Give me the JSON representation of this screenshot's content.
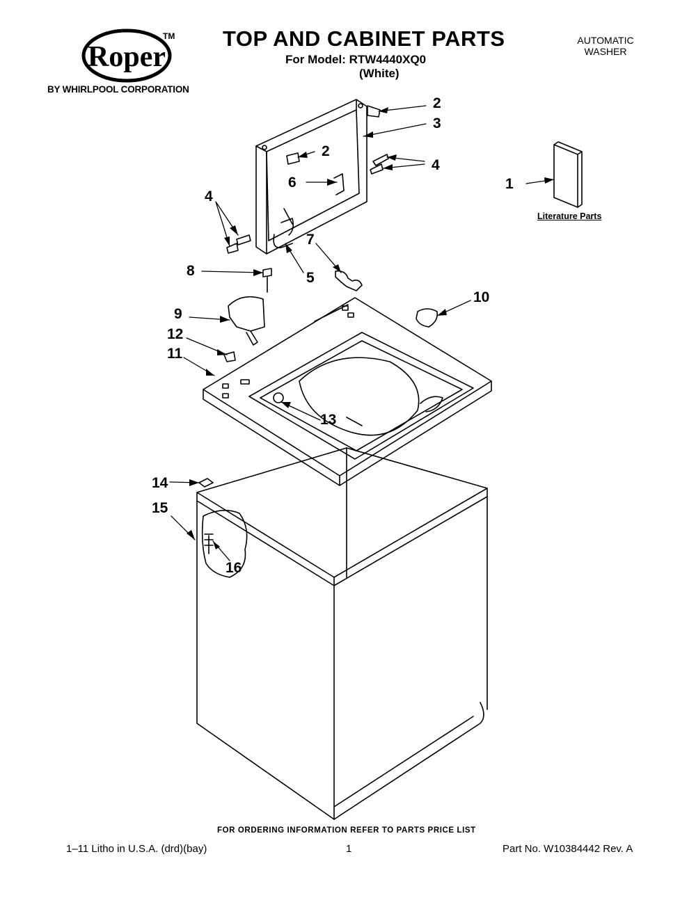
{
  "header": {
    "logo_text": "Roper",
    "logo_trademark": "TM",
    "byline": "BY WHIRLPOOL CORPORATION",
    "title": "TOP AND CABINET PARTS",
    "model_line": "For Model: RTW4440XQ0",
    "color_line": "(White)",
    "product_type_line1": "AUTOMATIC",
    "product_type_line2": "WASHER"
  },
  "diagram": {
    "literature_label": "Literature Parts",
    "callouts": [
      {
        "id": "c2a",
        "label": "2"
      },
      {
        "id": "c3",
        "label": "3"
      },
      {
        "id": "c2b",
        "label": "2"
      },
      {
        "id": "c4a",
        "label": "4"
      },
      {
        "id": "c6",
        "label": "6"
      },
      {
        "id": "c1",
        "label": "1"
      },
      {
        "id": "c4b",
        "label": "4"
      },
      {
        "id": "c7",
        "label": "7"
      },
      {
        "id": "c8",
        "label": "8"
      },
      {
        "id": "c5",
        "label": "5"
      },
      {
        "id": "c10",
        "label": "10"
      },
      {
        "id": "c9",
        "label": "9"
      },
      {
        "id": "c12",
        "label": "12"
      },
      {
        "id": "c11",
        "label": "11"
      },
      {
        "id": "c13",
        "label": "13"
      },
      {
        "id": "c14",
        "label": "14"
      },
      {
        "id": "c15",
        "label": "15"
      },
      {
        "id": "c16",
        "label": "16"
      }
    ]
  },
  "footer": {
    "ordering_note": "FOR ORDERING INFORMATION REFER TO PARTS PRICE LIST",
    "litho": "1–11 Litho in U.S.A. (drd)(bay)",
    "page_number": "1",
    "part_number": "Part No. W10384442 Rev. A"
  }
}
